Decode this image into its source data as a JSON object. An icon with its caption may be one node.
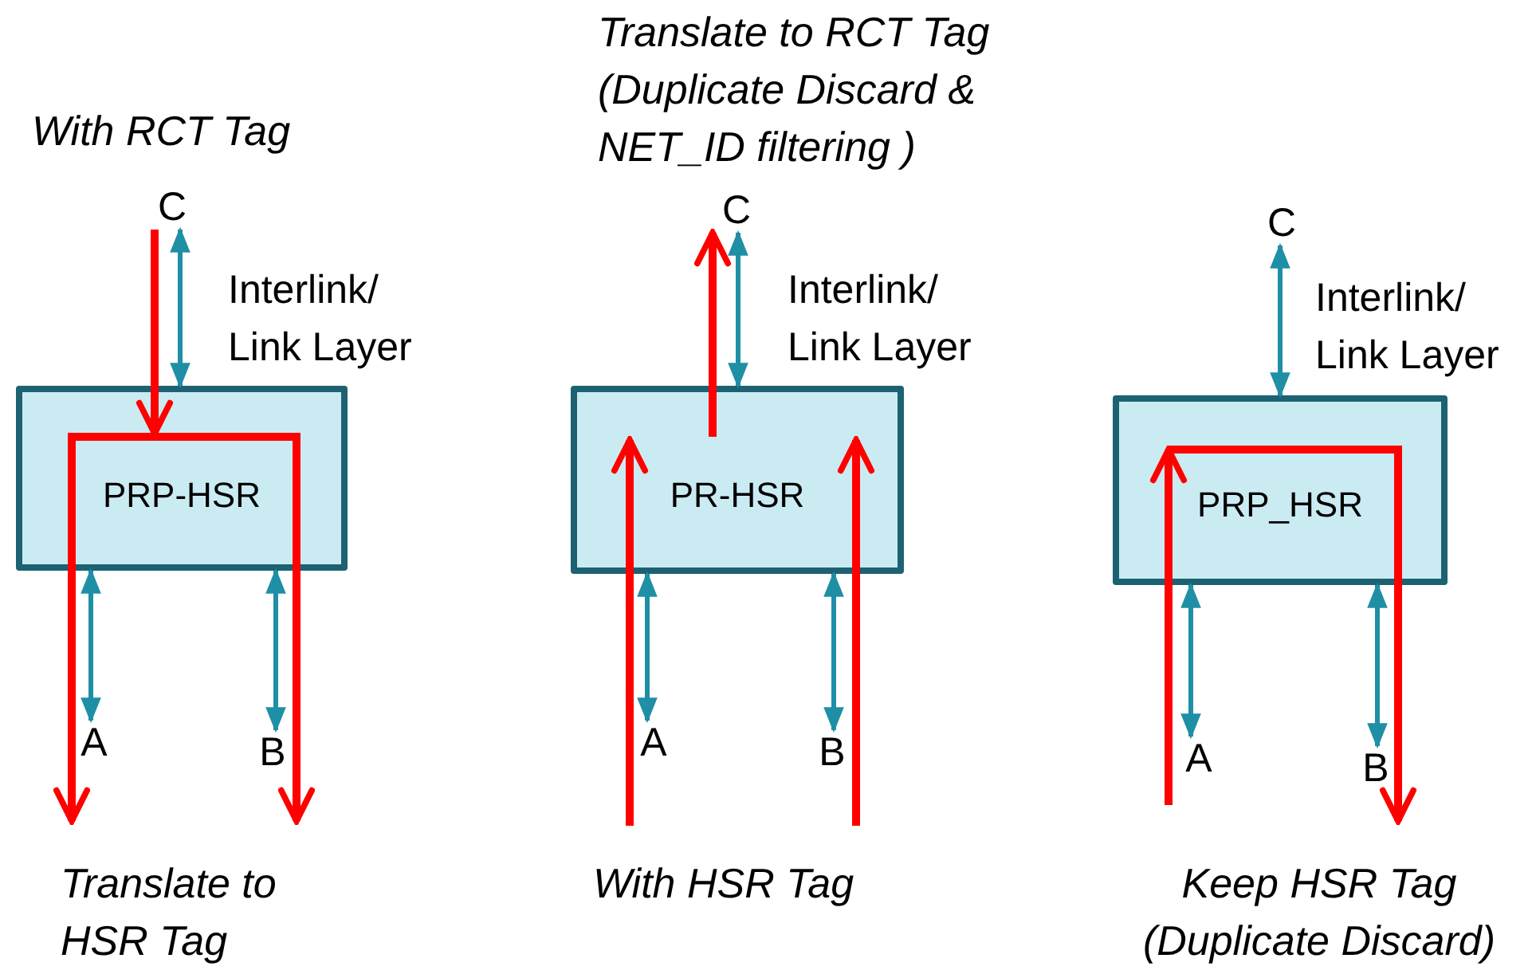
{
  "diagram": {
    "nodes": [
      {
        "text": [
          "C"
        ]
      },
      {
        "text": [
          "PRP-HSR"
        ]
      },
      {
        "text": [
          "A"
        ]
      },
      {
        "text": [
          "B"
        ]
      },
      {
        "text": [
          "C"
        ]
      },
      {
        "text": [
          "PR-HSR"
        ]
      },
      {
        "text": [
          "A"
        ]
      },
      {
        "text": [
          "B"
        ]
      },
      {
        "text": [
          "C"
        ]
      },
      {
        "text": [
          "PRP_HSR"
        ]
      },
      {
        "text": [
          "A"
        ]
      },
      {
        "text": [
          "B"
        ]
      }
    ],
    "edges": [
      {
        "from": 1,
        "to": 0,
        "arrow": "both"
      },
      {
        "from": 1,
        "to": 2,
        "arrow": "both"
      },
      {
        "from": 1,
        "to": 3,
        "arrow": "both"
      },
      {
        "from": 0,
        "to": 1,
        "arrow": "to",
        "color": "#ff0000"
      },
      {
        "from": 1,
        "to": 2,
        "arrow": "to",
        "color": "#ff0000"
      },
      {
        "from": 1,
        "to": 3,
        "arrow": "to",
        "color": "#ff0000"
      },
      {
        "from": 5,
        "to": 4,
        "arrow": "both"
      },
      {
        "from": 5,
        "to": 6,
        "arrow": "both"
      },
      {
        "from": 5,
        "to": 7,
        "arrow": "both"
      },
      {
        "from": null,
        "to": 5,
        "arrow": "to",
        "color": "#ff0000"
      },
      {
        "from": null,
        "to": 5,
        "arrow": "to",
        "color": "#ff0000"
      },
      {
        "from": 5,
        "to": 4,
        "arrow": "to",
        "color": "#ff0000"
      },
      {
        "from": 9,
        "to": 8,
        "arrow": "both"
      },
      {
        "from": 9,
        "to": 10,
        "arrow": "both"
      },
      {
        "from": 9,
        "to": 11,
        "arrow": "both"
      },
      {
        "from": null,
        "to": 9,
        "arrow": "to",
        "color": "#ff0000"
      },
      {
        "from": 9,
        "to": 11,
        "arrow": "to",
        "color": "#ff0000"
      }
    ],
    "labels": [
      "Translate to RCT Tag (Duplicate Discard & NET_ID filtering )",
      "With RCT Tag",
      "Interlink/ Link Layer",
      "Interlink/ Link Layer",
      "Interlink/ Link Layer",
      "Translate to HSR Tag",
      "With HSR Tag",
      "Keep HSR Tag (Duplicate Discard)"
    ]
  }
}
